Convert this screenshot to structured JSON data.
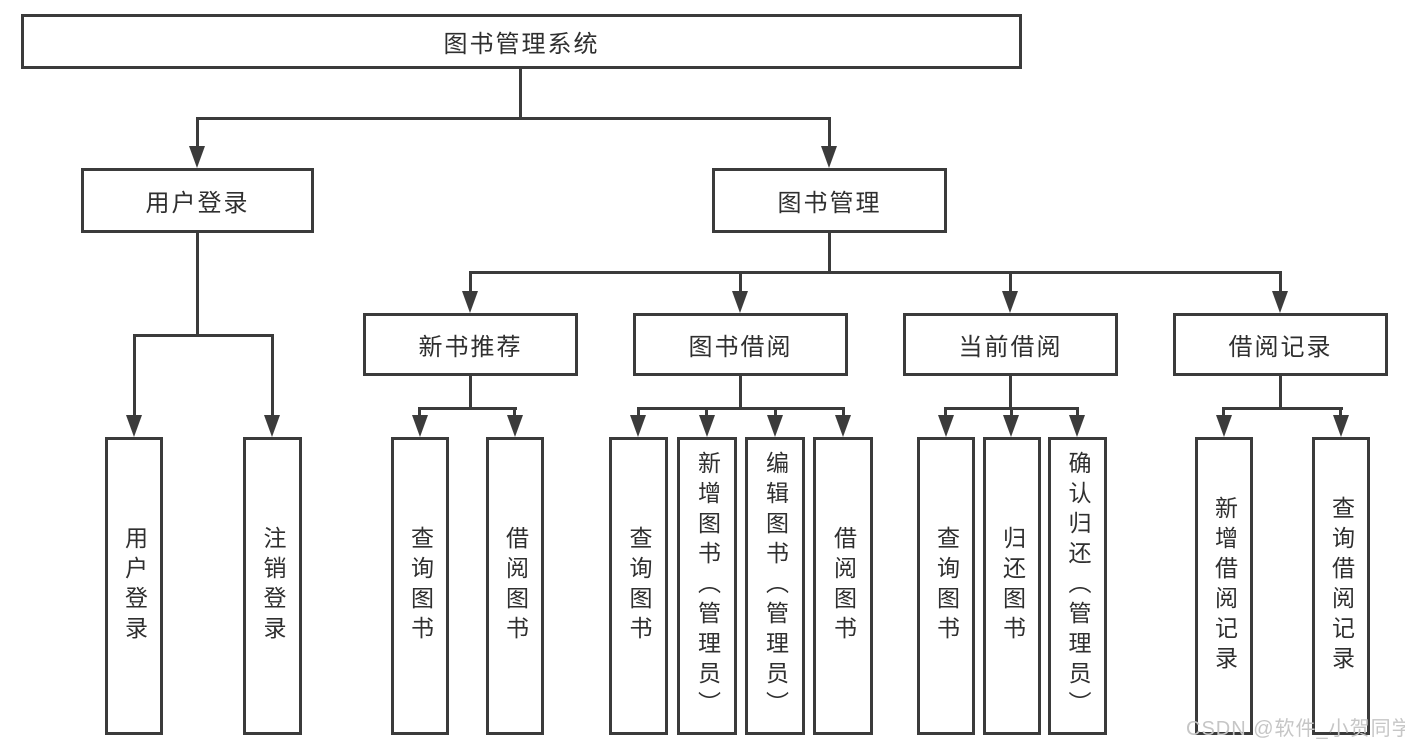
{
  "diagram": {
    "title": "图书管理系统",
    "watermark": "CSDN @软件_小贺同学",
    "colors": {
      "line": "#3b3b3b",
      "text": "#2f2f2f",
      "box_bg": "#ffffff",
      "bg": "#ffffff",
      "watermark": "#c6c6c6"
    },
    "nodes": {
      "root": {
        "label": "图书管理系统"
      },
      "user_login": {
        "label": "用户登录"
      },
      "book_mgmt": {
        "label": "图书管理"
      },
      "user_login_leaf": {
        "label": "用户登录"
      },
      "logout_leaf": {
        "label": "注销登录"
      },
      "new_book_rec": {
        "label": "新书推荐"
      },
      "book_borrow": {
        "label": "图书借阅"
      },
      "current_borrow": {
        "label": "当前借阅"
      },
      "borrow_record": {
        "label": "借阅记录"
      },
      "rec_query_book": {
        "label": "查询图书"
      },
      "rec_borrow_book": {
        "label": "借阅图书"
      },
      "bb_query_book": {
        "label": "查询图书"
      },
      "bb_add_book": {
        "label": "新增图书（管理员）"
      },
      "bb_edit_book": {
        "label": "编辑图书（管理员）"
      },
      "bb_borrow_book": {
        "label": "借阅图书"
      },
      "cb_query_book": {
        "label": "查询图书"
      },
      "cb_return_book": {
        "label": "归还图书"
      },
      "cb_confirm_return": {
        "label": "确认归还（管理员）"
      },
      "br_add_record": {
        "label": "新增借阅记录"
      },
      "br_query_record": {
        "label": "查询借阅记录"
      }
    }
  }
}
